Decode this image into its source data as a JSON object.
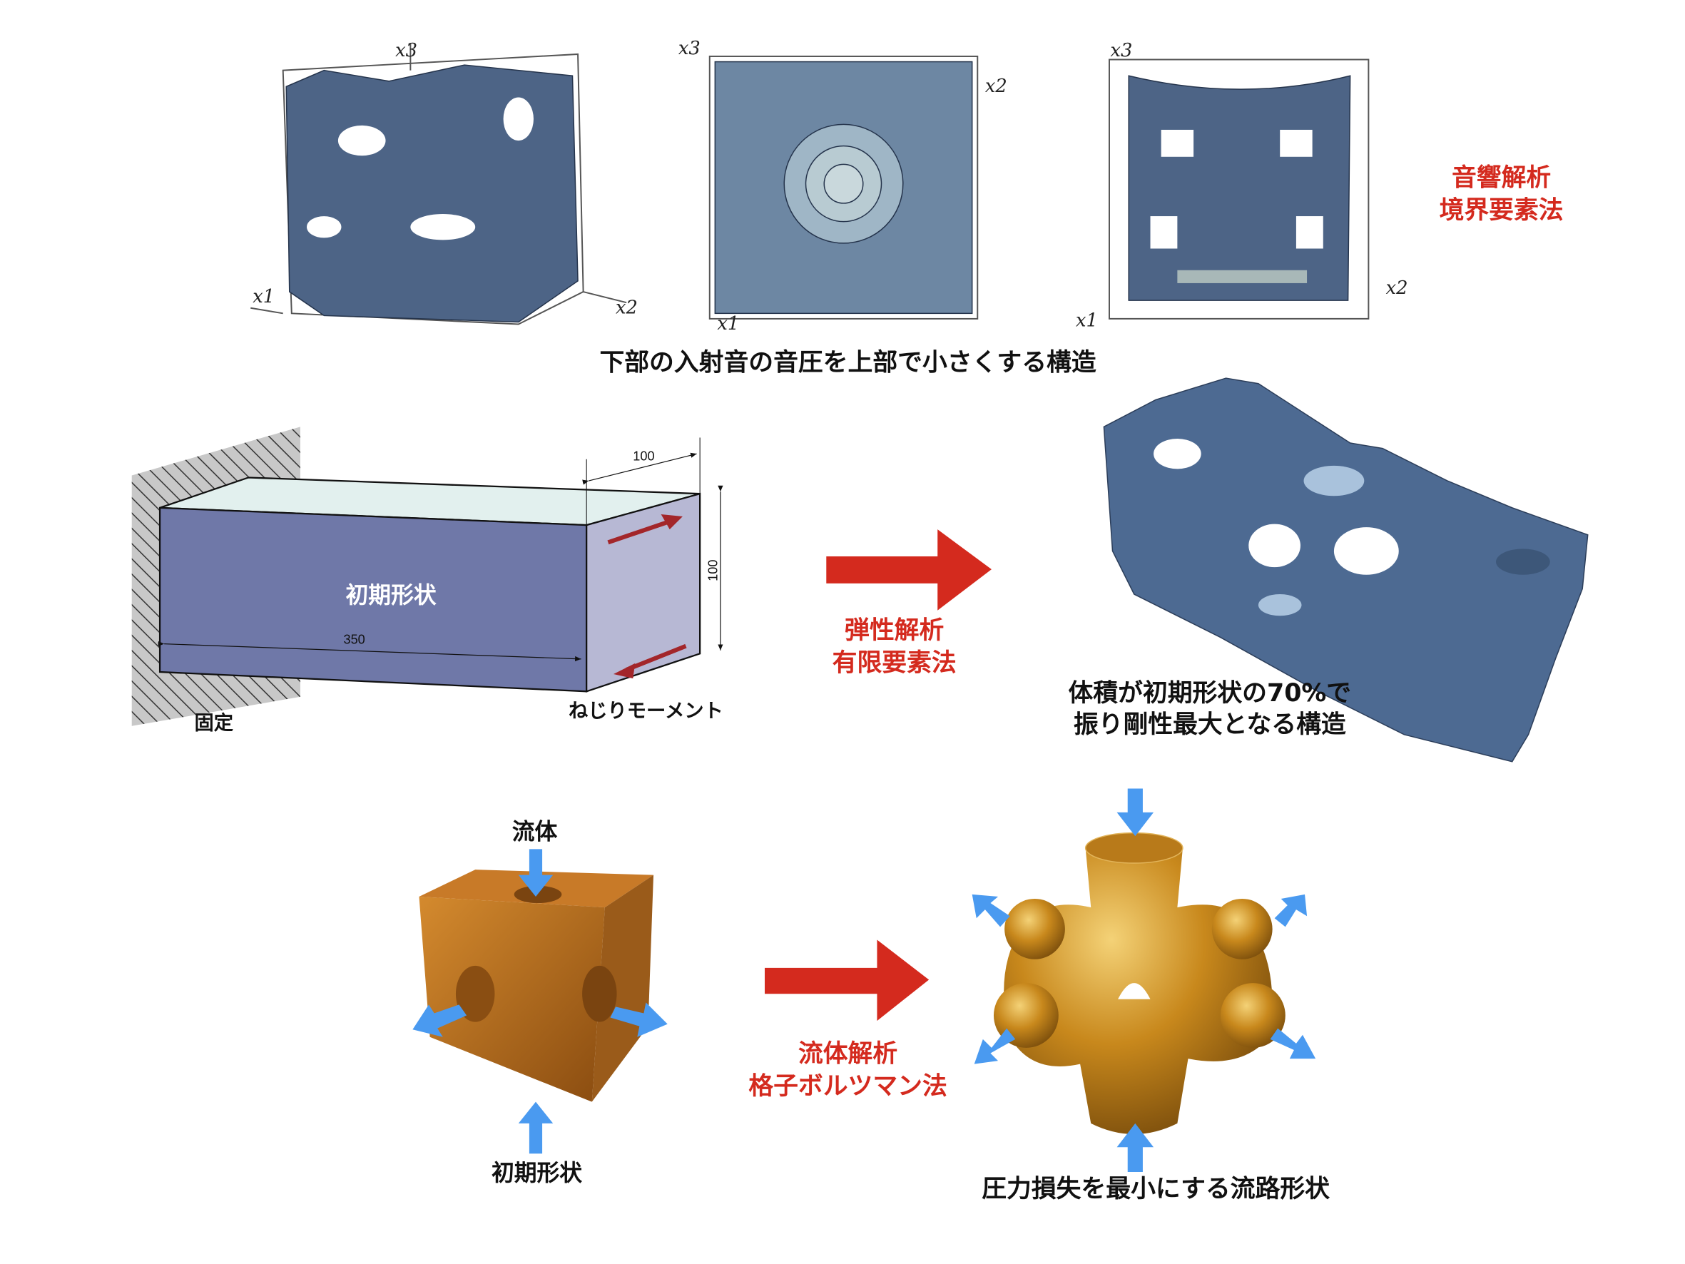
{
  "acoustic": {
    "method_line1": "音響解析",
    "method_line2": "境界要素法",
    "caption": "下部の入射音の音圧を上部で小さくする構造",
    "axes": {
      "x1": "x1",
      "x2": "x2",
      "x3": "x3"
    }
  },
  "elastic": {
    "initial_label": "初期形状",
    "dim_length": "350",
    "dim_width": "100",
    "dim_height": "100",
    "fixed_label": "固定",
    "moment_label": "ねじりモーメント",
    "method_line1": "弾性解析",
    "method_line2": "有限要素法",
    "result_line1": "体積が初期形状の70%で",
    "result_line2": "振り剛性最大となる構造"
  },
  "fluid": {
    "fluid_label": "流体",
    "initial_label": "初期形状",
    "method_line1": "流体解析",
    "method_line2": "格子ボルツマン法",
    "result_caption": "圧力損失を最小にする流路形状"
  },
  "colors": {
    "accent_red": "#d42a1e",
    "mesh_blue": "#4d6486",
    "flow_blue": "#4a9af0",
    "gold": "#c8881c"
  }
}
